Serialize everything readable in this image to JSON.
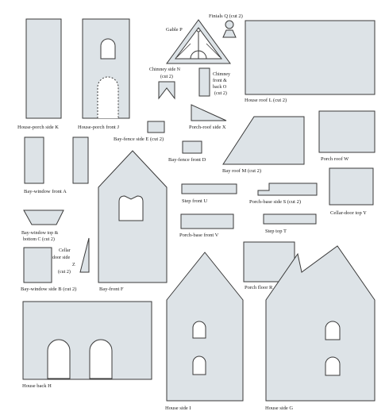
{
  "pieces": {
    "house_porch_side_k": "House-porch side K",
    "house_porch_front_j": "House-porch front J",
    "gable_p": "Gable P",
    "finials_q": "Finials Q (cut 2)",
    "chimney_side_n": [
      "Chimney side N",
      "(cut 2)"
    ],
    "chimney_front_back_o": [
      "Chimney",
      "front &",
      "back O",
      "(cut 2)"
    ],
    "house_roof_l": "House roof L (cut 2)",
    "porch_roof_side_x": "Porch-roof side X",
    "bay_fence_side_e": "Bay-fence side E (cut 2)",
    "bay_fence_front_d": "Bay-fence front D",
    "bay_roof_m": "Bay roof M (cut 2)",
    "porch_roof_w": "Porch roof W",
    "bay_window_front_a": "Bay-window front A",
    "step_front_u": "Step front U",
    "porch_base_side_s": "Porch-base side S (cut 2)",
    "cellar_door_top_y": "Cellar-door top Y",
    "bay_window_top_bottom_c": [
      "Bay-window top &",
      "bottom C (cut 2)"
    ],
    "cellar_door_side_z": [
      "Cellar",
      "door side",
      "Z",
      "(cut 2)"
    ],
    "porch_base_front_v": "Porch-base front V",
    "step_top_t": "Step top T",
    "bay_window_side_b": "Bay-window side B (cut 2)",
    "bay_front_f": "Bay-front F",
    "porch_floor_r": "Porch floor R",
    "house_back_h": "House back H",
    "house_side_i": "House side I",
    "house_side_g": "House side G"
  },
  "colors": {
    "piece_fill": "#dde3e7",
    "outline": "#3a3a3a",
    "window_fill": "#ffffff",
    "label_text": "#1a1a1a"
  }
}
